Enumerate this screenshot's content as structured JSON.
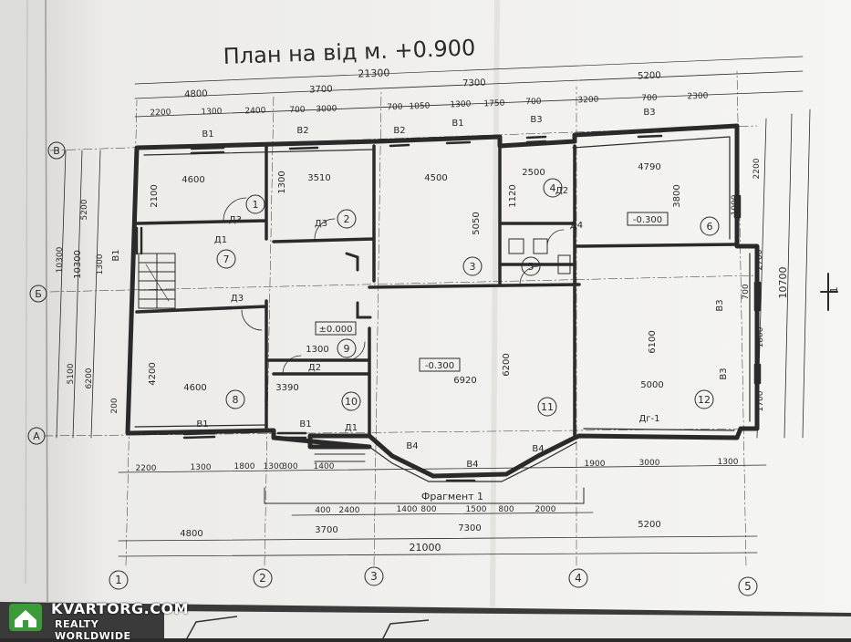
{
  "title": "План на від м. +0.900",
  "overall_dims": {
    "top": "21300",
    "bottom": "21000",
    "left": "10300",
    "right": "10700"
  },
  "top_dims_row1": [
    "4800",
    "3700",
    "7300",
    "5200"
  ],
  "top_dims_row2": [
    "2200",
    "1300",
    "2400",
    "700",
    "3000",
    "700",
    "1050",
    "1300",
    "1750",
    "700",
    "3200",
    "700",
    "2300"
  ],
  "bottom_dims_row1": [
    "2200",
    "1300",
    "1800",
    "1300",
    "300",
    "1400",
    "3000",
    "1300",
    "1900"
  ],
  "bottom_dims_row2": [
    "400",
    "2400",
    "1400",
    "800",
    "1500",
    "800",
    "2000"
  ],
  "bottom_dims_row3": [
    "4800",
    "3700",
    "7300",
    "5200"
  ],
  "left_dims": [
    "5200",
    "10300",
    "5100",
    "6200",
    "1300",
    "200"
  ],
  "right_dims": [
    "2200",
    "2700",
    "1800",
    "1700",
    "700",
    "1000"
  ],
  "axes_x": [
    "1",
    "2",
    "3",
    "4",
    "5"
  ],
  "axes_y": [
    "В",
    "Б",
    "А"
  ],
  "rooms": [
    {
      "num": "1",
      "w": "4600",
      "h": "2100"
    },
    {
      "num": "2",
      "w": "3510",
      "h": "1300"
    },
    {
      "num": "3",
      "w": "4500",
      "h": "5050"
    },
    {
      "num": "4",
      "w": "2500",
      "h": "1120"
    },
    {
      "num": "5",
      "w": "",
      "h": ""
    },
    {
      "num": "6",
      "w": "4790",
      "h": "3800"
    },
    {
      "num": "7",
      "w": "",
      "h": ""
    },
    {
      "num": "8",
      "w": "4600",
      "h": "4200"
    },
    {
      "num": "9",
      "w": "1300",
      "h": ""
    },
    {
      "num": "10",
      "w": "3390",
      "h": ""
    },
    {
      "num": "11",
      "w": "6920",
      "h": "6200"
    },
    {
      "num": "12",
      "w": "5000",
      "h": "6100"
    }
  ],
  "levels": [
    "±0.000",
    "-0.300",
    "-0.300"
  ],
  "windows": [
    "В1",
    "В2",
    "В2",
    "В1",
    "В3",
    "В3",
    "В1",
    "В1",
    "В1",
    "В3",
    "В3",
    "В4",
    "В4",
    "В4"
  ],
  "doors": [
    "Д3",
    "Д3",
    "Д3",
    "Д2",
    "Д1",
    "Д4",
    "Дг-1",
    "Д1",
    "Д2"
  ],
  "fragment_label": "Фрагмент 1",
  "section_mark": "1",
  "watermark": {
    "top": "KVARTORG.COM",
    "bottom": "REALTY WORLDWIDE"
  },
  "colors": {
    "paper": "#f4f4f2",
    "ink": "#2a2a2a",
    "backdrop": "#3a3a3a",
    "logo_green": "#3d9a3a"
  }
}
